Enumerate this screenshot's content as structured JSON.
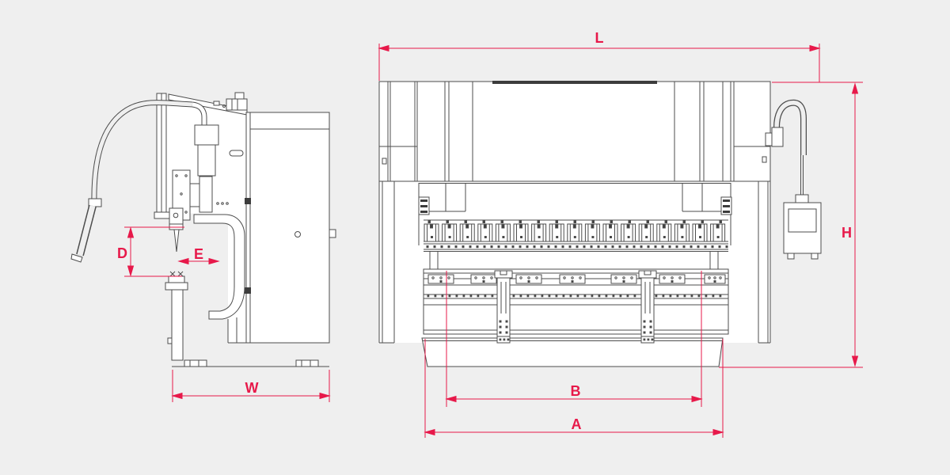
{
  "diagram": {
    "type": "technical-dimension-drawing",
    "background_color": "#efefef",
    "line_color": "#4d4d4d",
    "dark_accent_color": "#3c3c3c",
    "fill_color": "#ffffff",
    "dimension_color": "#e7194a",
    "dimensions": {
      "L": "L",
      "H": "H",
      "W": "W",
      "D": "D",
      "E": "E",
      "B": "B",
      "A": "A"
    }
  }
}
